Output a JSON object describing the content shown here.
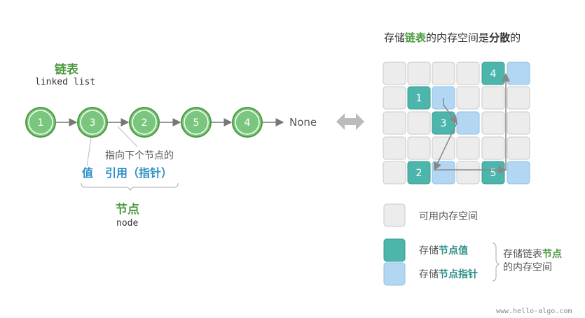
{
  "linked_list": {
    "title": "链表",
    "subtitle": "linked list",
    "nodes": [
      "1",
      "3",
      "2",
      "5",
      "4"
    ],
    "terminator": "None",
    "pointer_note": "指向下个节点的",
    "value_label": "值",
    "reference_label": "引用（指针）",
    "node_title": "节点",
    "node_subtitle": "node"
  },
  "memory": {
    "title_prefix": "存储",
    "title_highlight": "链表",
    "title_mid": "的内存空间是",
    "title_bold": "分散",
    "title_suffix": "的",
    "grid_node_values": [
      "4",
      "1",
      "3",
      "2",
      "5"
    ]
  },
  "legend": {
    "free_label": "可用内存空间",
    "value_prefix": "存储",
    "value_highlight": "节点值",
    "pointer_prefix": "存储",
    "pointer_highlight": "节点指针",
    "group_prefix": "存储链表",
    "group_highlight": "节点",
    "group_line2": "的内存空间"
  },
  "watermark": "www.hello-algo.com",
  "colors": {
    "node_fill": "#7bc67e",
    "value_cell": "#4db6ac",
    "pointer_cell": "#b3d7f2",
    "free_cell": "#ececec",
    "highlight_green": "#4a9a3e",
    "highlight_blue": "#2d8fc4"
  }
}
